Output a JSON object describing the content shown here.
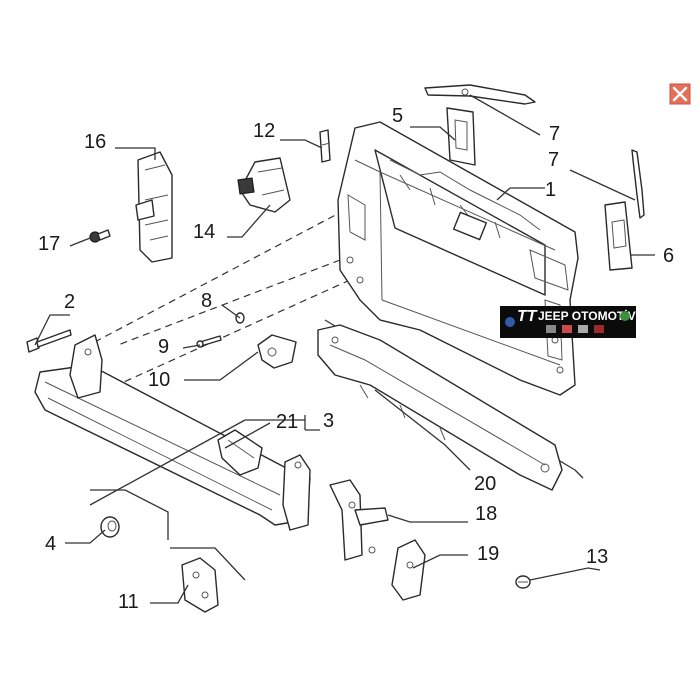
{
  "close_button": {
    "label": "✕",
    "color": "#e46f5b"
  },
  "watermark": {
    "logo": "TT",
    "text": "JEEP OTOMOTİV"
  },
  "callouts": {
    "c1": "1",
    "c2": "2",
    "c3": "3",
    "c4": "4",
    "c5": "5",
    "c6": "6",
    "c7a": "7",
    "c7b": "7",
    "c8": "8",
    "c9": "9",
    "c10": "10",
    "c11": "11",
    "c12": "12",
    "c13": "13",
    "c14": "14",
    "c16": "16",
    "c17": "17",
    "c18": "18",
    "c19": "19",
    "c20": "20",
    "c21": "21"
  }
}
